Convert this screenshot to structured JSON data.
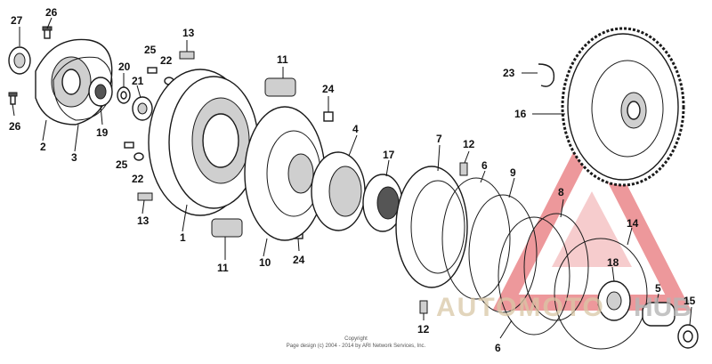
{
  "labels": {
    "l1": "1",
    "l2": "2",
    "l3": "3",
    "l4": "4",
    "l5": "5",
    "l6a": "6",
    "l6b": "6",
    "l7": "7",
    "l8": "8",
    "l9": "9",
    "l10": "10",
    "l11a": "11",
    "l11b": "11",
    "l12a": "12",
    "l12b": "12",
    "l13a": "13",
    "l13b": "13",
    "l14": "14",
    "l15": "15",
    "l16": "16",
    "l17": "17",
    "l18": "18",
    "l19": "19",
    "l20": "20",
    "l21": "21",
    "l22a": "22",
    "l22b": "22",
    "l23": "23",
    "l24a": "24",
    "l24b": "24",
    "l25a": "25",
    "l25b": "25",
    "l26a": "26",
    "l26b": "26",
    "l27": "27"
  },
  "watermark": {
    "brand_left": "AUTOMOTO",
    "brand_right": "HUB",
    "color": "#e0444a"
  },
  "copyright": {
    "line1": "Copyright",
    "line2": "Page design (c) 2004 - 2014 by ARI Network Services, Inc."
  }
}
